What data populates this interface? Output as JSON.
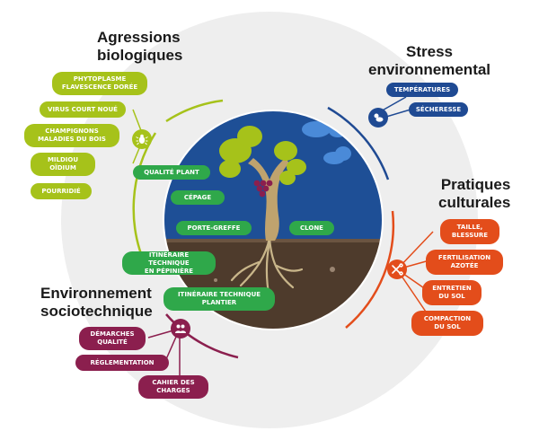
{
  "categories": {
    "biologiques": {
      "title": "Agressions\nbiologiques",
      "color": "#a6c21a",
      "icon": "bug-icon"
    },
    "stress": {
      "title": "Stress\nenvironnemental",
      "color": "#1f4a93",
      "icon": "weather-icon"
    },
    "pratiques": {
      "title": "Pratiques\nculturales",
      "color": "#e34d1b",
      "icon": "pruning-shears-icon"
    },
    "socio": {
      "title": "Environnement\nsociotechnique",
      "color": "#8b1f4e",
      "icon": "people-icon"
    }
  },
  "biologiques_items": [
    "Phytoplasme\nflavescence dorée",
    "Virus court noué",
    "Champignons\nmaladies du bois",
    "Mildiou\noïdium",
    "Pourridié"
  ],
  "stress_items": [
    "Températures",
    "Sécheresse"
  ],
  "pratiques_items": [
    "Taille,\nblessure",
    "Fertilisation\nazotée",
    "Entretien\ndu sol",
    "Compaction\ndu sol"
  ],
  "socio_items": [
    "Démarches\nqualité",
    "Réglementation",
    "Cahier des\ncharges"
  ],
  "plant_items": {
    "qualite_plant": "Qualité plant",
    "cepage": "Cépage",
    "porte_greffe": "Porte-greffe",
    "clone": "Clone",
    "itineraire_pepiniere": "Itinéraire technique\nen pépinière",
    "itineraire_plantier": "Itinéraire technique\nplantier"
  },
  "colors": {
    "plant_green": "#2fa84a",
    "sky": "#1e4f96",
    "soil": "#4e3b2c",
    "backdrop": "#eeeeee"
  }
}
